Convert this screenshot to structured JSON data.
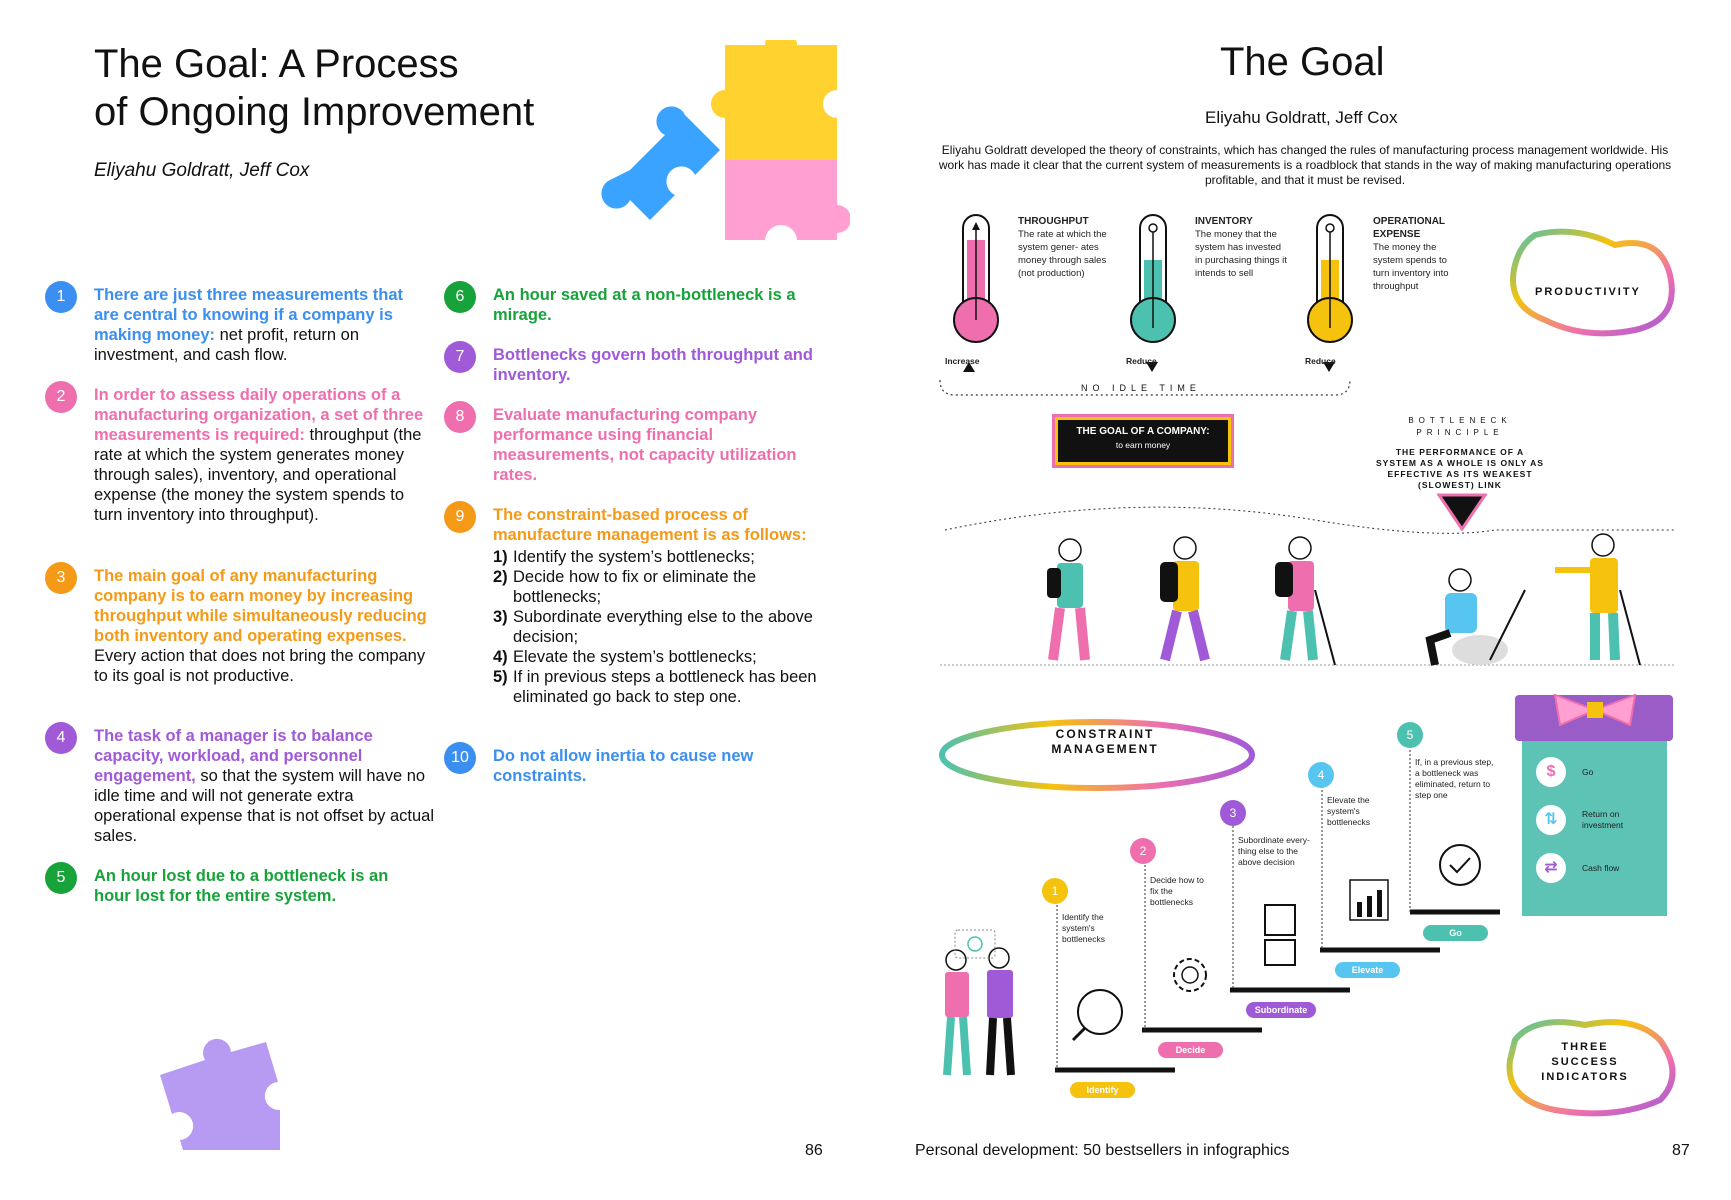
{
  "left": {
    "title_lines": [
      "The Goal: A Process",
      "of Ongoing Improvement"
    ],
    "authors": "Eliyahu Goldratt, Jeff Cox",
    "page_number": "86",
    "points": [
      {
        "n": "1",
        "color": "#3b8ff0",
        "highlight": "There are just three measurements that are central to knowing if a company is making money:",
        "body": " net profit, return on investment, and cash flow."
      },
      {
        "n": "2",
        "color": "#ef6fae",
        "highlight": "In order to assess daily operations of a manufacturing organization, a set of three measurements is required:",
        "body": " throughput (the rate at which the system generates money through sales), inventory, and operational expense (the money the system spends to turn inventory into throughput)."
      },
      {
        "n": "3",
        "color": "#f59a17",
        "highlight": "The main goal of any manufacturing company is to earn money by increasing throughput while simultaneously reducing both inventory and operating expenses.",
        "body": " Every action that does not bring the company to its goal is not productive."
      },
      {
        "n": "4",
        "color": "#a05ad8",
        "highlight": "The task of a manager is to balance capacity, workload, and personnel engagement,",
        "body": " so that the system will have no idle time and will not generate extra operational expense that is not offset by actual sales."
      },
      {
        "n": "5",
        "color": "#17a33a",
        "highlight": "An hour lost due to a bottleneck is an hour lost for the entire system.",
        "body": ""
      },
      {
        "n": "6",
        "color": "#17a33a",
        "highlight": "An hour saved at a non-bottleneck is a mirage.",
        "body": ""
      },
      {
        "n": "7",
        "color": "#a05ad8",
        "highlight": "Bottlenecks govern both throughput and inventory.",
        "body": ""
      },
      {
        "n": "8",
        "color": "#ef6fae",
        "highlight": "Evaluate manufacturing company performance using financial measurements, not capacity utilization rates.",
        "body": ""
      },
      {
        "n": "9",
        "color": "#f59a17",
        "highlight": "The constraint-based process of manufacture management is as follows:",
        "body": ""
      },
      {
        "n": "10",
        "color": "#3b8ff0",
        "highlight": "Do not allow inertia to cause new constraints.",
        "body": ""
      }
    ],
    "steps": [
      {
        "n": "1)",
        "text": "Identify the system’s bottlenecks;"
      },
      {
        "n": "2)",
        "text": "Decide how to fix or eliminate the bottlenecks;"
      },
      {
        "n": "3)",
        "text": "Subordinate everything else to the above decision;"
      },
      {
        "n": "4)",
        "text": "Elevate the system’s bottlenecks;"
      },
      {
        "n": "5)",
        "text": "If in previous steps a bottleneck has been eliminated go back to step one."
      }
    ]
  },
  "right": {
    "title": "The Goal",
    "authors": "Eliyahu Goldratt, Jeff Cox",
    "intro": "Eliyahu Goldratt developed the theory of constraints, which has changed the rules of manufacturing process management worldwide. His work has made it clear that the current system of measurements is a roadblock that stands in the way of making manufacturing operations profitable, and that it must be revised.",
    "footer": "Personal development: 50 bestsellers in infographics",
    "page_number": "87",
    "thermometers": [
      {
        "title": "THROUGHPUT",
        "desc": "The rate at which the system gener- ates money through sales (not production)",
        "label": "Increase",
        "color": "#ef6fae",
        "level": 0.75
      },
      {
        "title": "INVENTORY",
        "desc": "The money that the system has invested in purchasing things it intends to sell",
        "label": "Reduce",
        "color": "#4cc1b0",
        "level": 0.55
      },
      {
        "title": "OPERATIONAL EXPENSE",
        "desc": "The money the system spends to turn inventory into throughput",
        "label": "Reduce",
        "color": "#f5c20e",
        "level": 0.55
      }
    ],
    "productivity": "PRODUCTIVITY",
    "no_idle_time": "NO IDLE TIME",
    "goal_banner": {
      "title": "THE GOAL OF A COMPANY:",
      "subtitle": "to earn money"
    },
    "bottleneck": {
      "title": "BOTTLENECK PRINCIPLE",
      "text": "THE PERFORMANCE OF A SYSTEM AS A WHOLE IS ONLY AS EFFECTIVE AS ITS WEAKEST (SLOWEST) LINK"
    },
    "constraint_management": "CONSTRAINT MANAGEMENT",
    "stairs": [
      {
        "n": "1",
        "color": "#f5c20e",
        "desc": "Identify the system's bottlenecks",
        "pill": "Identify"
      },
      {
        "n": "2",
        "color": "#ef6fae",
        "desc": "Decide how to fix the bottlenecks",
        "pill": "Decide"
      },
      {
        "n": "3",
        "color": "#a05ad8",
        "desc": "Subordinate every- thing else to the above decision",
        "pill": "Subordinate"
      },
      {
        "n": "4",
        "color": "#56c5f0",
        "desc": "Elevate the system's bottlenecks",
        "pill": "Elevate"
      },
      {
        "n": "5",
        "color": "#4cc1b0",
        "desc": "If, in a previous step, a bottleneck was eliminated, return to step one",
        "pill": "Go"
      }
    ],
    "indicators": [
      {
        "icon": "dollar-icon",
        "label": "Go"
      },
      {
        "icon": "return-arrows-icon",
        "label": "Return on investment"
      },
      {
        "icon": "cash-flow-icon",
        "label": "Cash flow"
      }
    ],
    "three_success": "THREE SUCCESS INDICATORS"
  }
}
